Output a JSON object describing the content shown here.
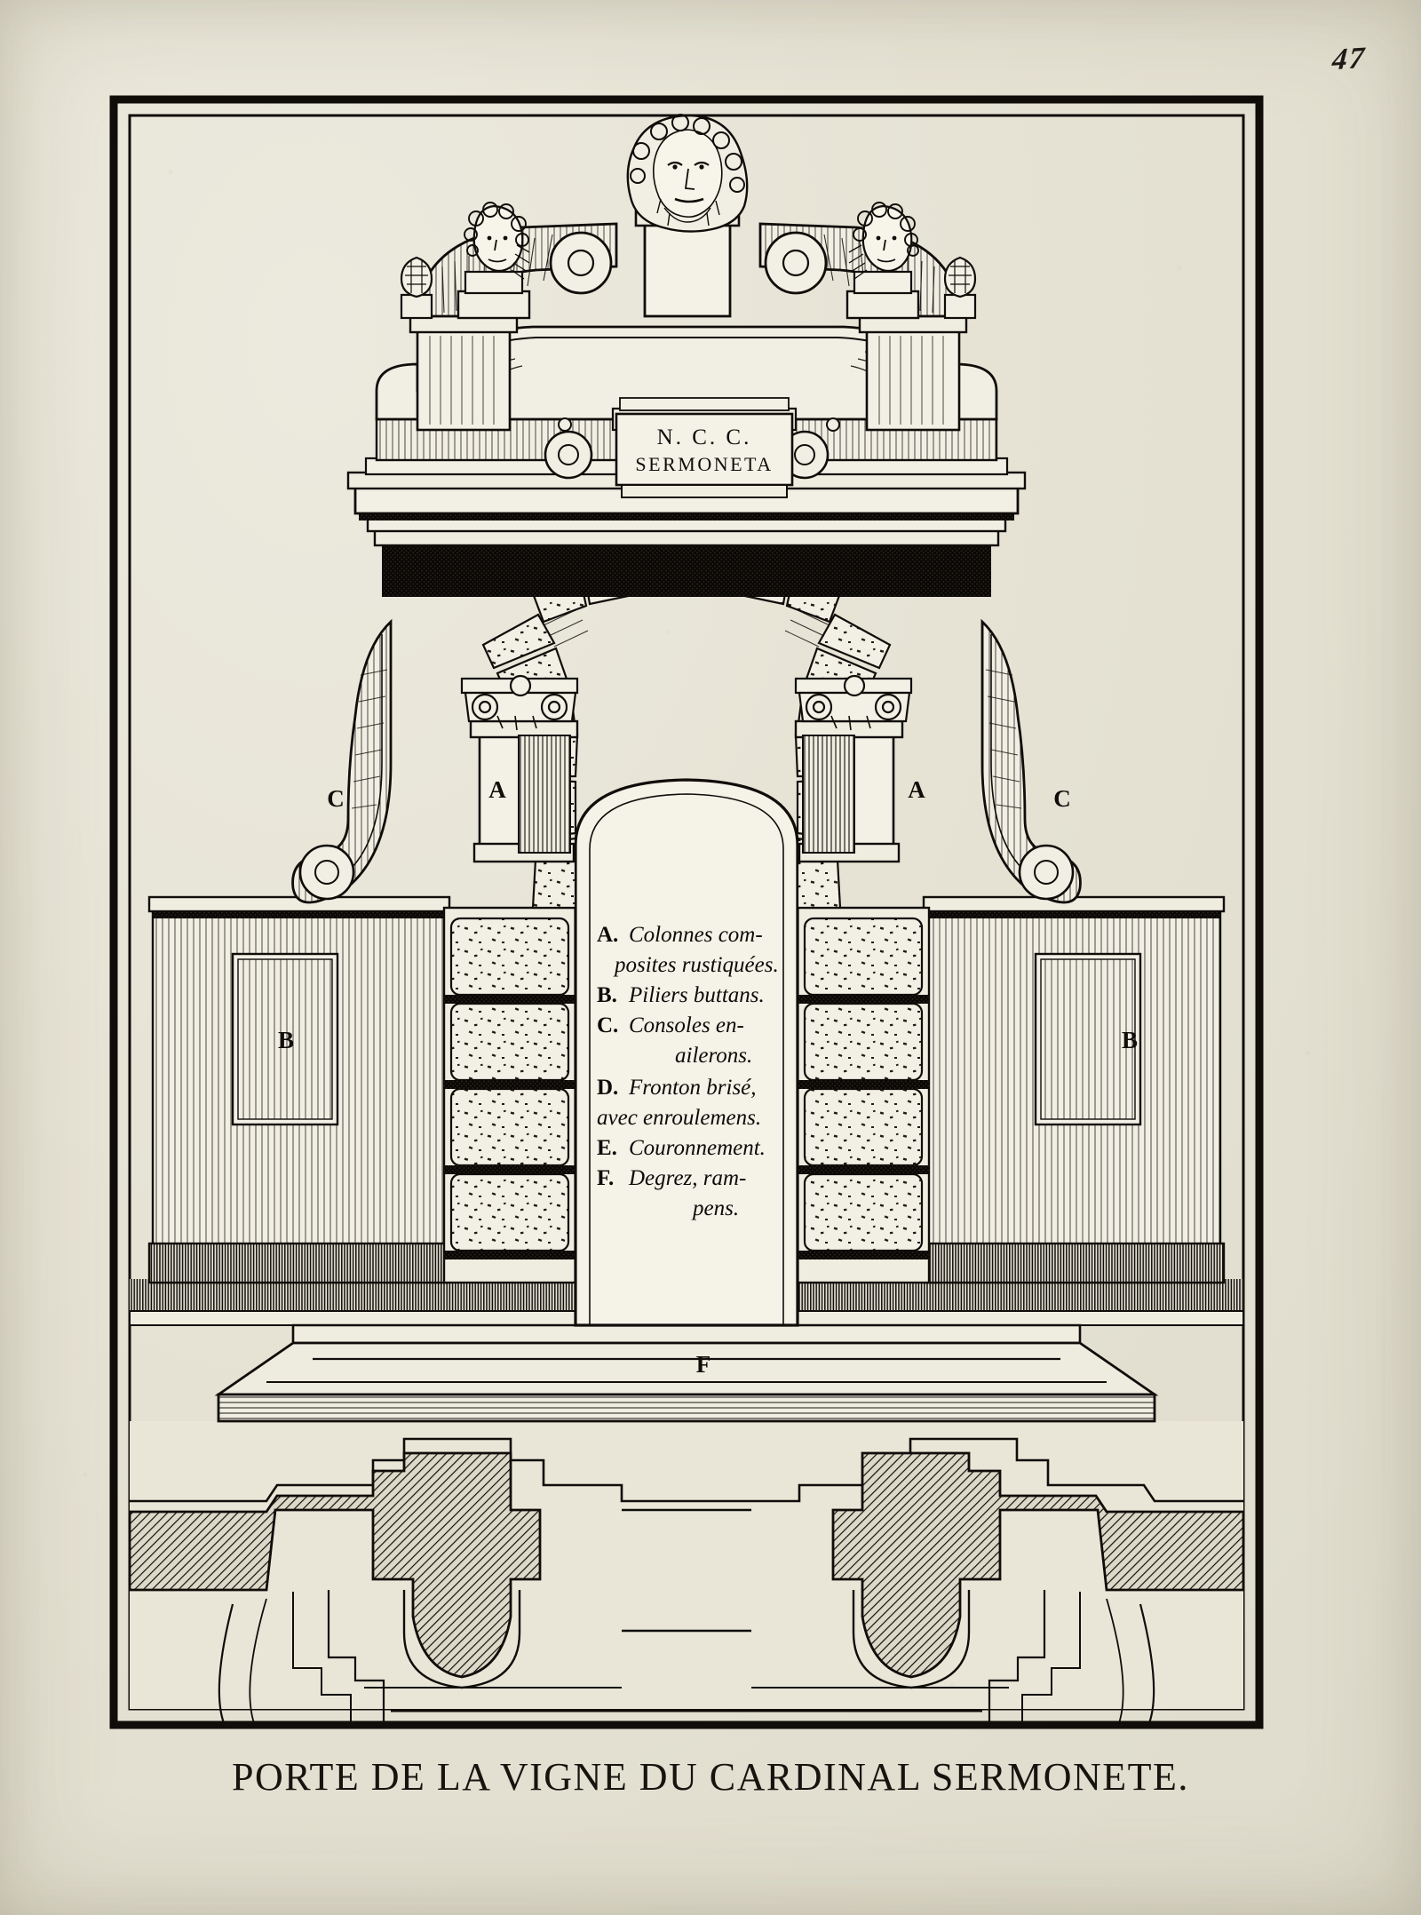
{
  "document": {
    "folio_number": "47",
    "plate_title": "PORTE DE LA VIGNE DU CARDINAL SERMONETE.",
    "plate_title_parts": {
      "p1": "P",
      "r1": "ORTE",
      "p2": "DE",
      "p3": "L",
      "r3": "A",
      "p4": "V",
      "r4": "IGNE",
      "p5": "DU",
      "p6": "C",
      "r6": "ARDINAL",
      "p7": "S",
      "r7": "ERMONETE."
    }
  },
  "cartouche": {
    "line1": "N. C. C.",
    "line2": "SERMONETA"
  },
  "key_labels": {
    "a_left": "A",
    "a_right": "A",
    "b_left": "B",
    "b_right": "B",
    "c_left": "C",
    "c_right": "C",
    "f_steps": "F"
  },
  "legend": {
    "entries": [
      {
        "key": "A",
        "lines": [
          "Colonnes com-",
          "posites rustiquées."
        ]
      },
      {
        "key": "B",
        "lines": [
          "Piliers buttans."
        ]
      },
      {
        "key": "C",
        "lines": [
          "Consoles en-",
          "ailerons."
        ]
      },
      {
        "key": "D",
        "lines": [
          "Fronton brisé,",
          "avec enroulemens."
        ]
      },
      {
        "key": "E",
        "lines": [
          "Couronnement."
        ]
      },
      {
        "key": "F",
        "lines": [
          "Degrez, ram-",
          "pens."
        ]
      }
    ],
    "rendered_lines": [
      {
        "key": "A.",
        "text": "Colonnes com-",
        "indent": 0
      },
      {
        "key": "",
        "text": "posites rustiquées.",
        "indent": 1
      },
      {
        "key": "B.",
        "text": "Piliers buttans.",
        "indent": 0
      },
      {
        "key": "C.",
        "text": "Consoles en-",
        "indent": 0
      },
      {
        "key": "",
        "text": "ailerons.",
        "indent": 2
      },
      {
        "key": "D.",
        "text": "Fronton brisé,",
        "indent": 0
      },
      {
        "key": "",
        "text": "avec enroulemens.",
        "indent": 1
      },
      {
        "key": "E.",
        "text": "Couronnement.",
        "indent": 0
      },
      {
        "key": "F.",
        "text": "Degrez, ram-",
        "indent": 0
      },
      {
        "key": "",
        "text": "pens.",
        "indent": 2
      }
    ]
  },
  "ornaments": {
    "crown_mask": "bearded-mask-keystone",
    "left_putto": "cherub-head-bust",
    "right_putto": "cherub-head-bust",
    "left_finial": "pinecone-finial",
    "right_finial": "pinecone-finial"
  },
  "colors": {
    "paper": "#e6e3d5",
    "ink": "#100d0a",
    "stone_light": "#efece0",
    "stone_shadow": "#b9b4a4"
  }
}
